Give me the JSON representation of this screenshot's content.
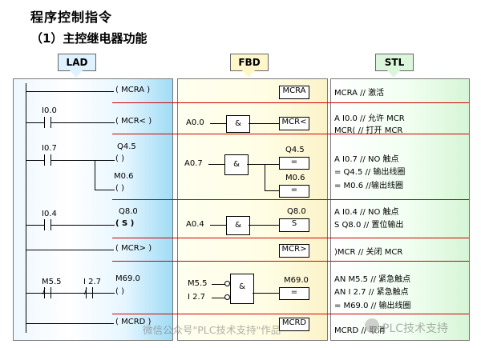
{
  "title": "程序控制指令",
  "subtitle": "（1）主控继电器功能",
  "headers": {
    "lad": "LAD",
    "fbd": "FBD",
    "stl": "STL"
  },
  "lad": {
    "r1_coil": "( MCRA )",
    "r2_contact": "I0.0",
    "r2_coil": "( MCR< )",
    "r3_contact": "I0.7",
    "r3_coil1_label": "Q4.5",
    "r3_coil1": "(    )",
    "r3_coil2_label": "M0.6",
    "r3_coil2": "(    )",
    "r4_contact": "I0.4",
    "r4_coil_label": "Q8.0",
    "r4_coil": "( S )",
    "r5_coil": "( MCR> )",
    "r6_contact1": "M5.5",
    "r6_contact2": "I 2.7",
    "r6_coil_label": "M69.0",
    "r6_coil": "(    )",
    "r7_coil": "( MCRD )"
  },
  "fbd": {
    "r1_box": "MCRA",
    "r2_in": "A0.0",
    "r2_and": "&",
    "r2_out": "MCR<",
    "r3_in": "A0.7",
    "r3_and": "&",
    "r3_out1_label": "Q4.5",
    "r3_out1": "=",
    "r3_out2_label": "M0.6",
    "r3_out2": "=",
    "r4_in": "A0.4",
    "r4_and": "&",
    "r4_out_label": "Q8.0",
    "r4_out": "S",
    "r5_box": "MCR>",
    "r6_in1": "M5.5",
    "r6_in2": "I 2.7",
    "r6_and": "&",
    "r6_out_label": "M69.0",
    "r6_out": "=",
    "r7_box": "MCRD"
  },
  "stl": {
    "r1": "MCRA     // 激活",
    "r2a": "A I0.0     // 允许 MCR",
    "r2b": "MCR(       // 打开 MCR",
    "r3a": "A I0.7     // NO 触点",
    "r3b": "= Q4.5    // 输出线圈",
    "r3c": "= M0.6    //输出线圈",
    "r4a": "A I0.4     // NO 触点",
    "r4b": "S Q8.0    // 置位输出",
    "r5": ")MCR      // 关闭 MCR",
    "r6a": "AN M5.5  // 紧急触点",
    "r6b": "AN I 2.7   // 紧急触点",
    "r6c": "= M69.0   // 输出线圈",
    "r7": "MCRD     // 取消"
  },
  "watermark": {
    "left": "微信公众号\"PLC技术支持\"作品",
    "right": "PLC技术支持"
  }
}
